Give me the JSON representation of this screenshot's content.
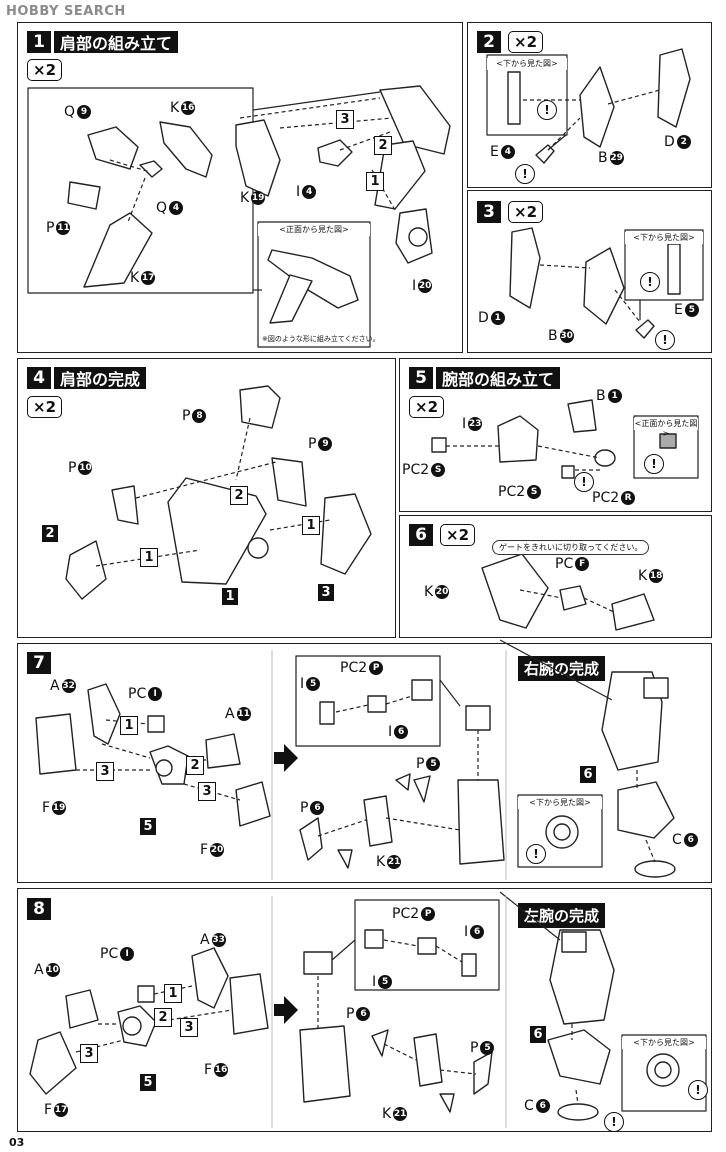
{
  "watermark": "HOBBY SEARCH",
  "page_number": "03",
  "steps": [
    {
      "num": "1",
      "title": "肩部の組み立て",
      "mult": "×2"
    },
    {
      "num": "2",
      "mult": "×2"
    },
    {
      "num": "3",
      "mult": "×2"
    },
    {
      "num": "4",
      "title": "肩部の完成",
      "mult": "×2"
    },
    {
      "num": "5",
      "title": "腕部の組み立て",
      "mult": "×2"
    },
    {
      "num": "6",
      "mult": "×2"
    },
    {
      "num": "7"
    },
    {
      "num": "8"
    }
  ],
  "headings": {
    "right_arm": "右腕の完成",
    "left_arm": "左腕の完成"
  },
  "views": {
    "bottom": "<下から見た図>",
    "front": "<正面から見た図>"
  },
  "notes": {
    "assemble_like_this": "※図のような形に組み立てください。",
    "gate_clean": "ゲートをきれいに切り取ってください。"
  },
  "parts": {
    "Q": "Q",
    "K": "K",
    "P": "P",
    "I": "I",
    "B": "B",
    "D": "D",
    "E": "E",
    "A": "A",
    "F": "F",
    "C": "C",
    "PC": "PC",
    "PC2": "PC2"
  },
  "ids": {
    "n1": "1",
    "n2": "2",
    "n3": "3",
    "n4": "4",
    "n5": "5",
    "n6": "6",
    "n8": "8",
    "n9": "9",
    "n10": "10",
    "n11": "11",
    "n16": "16",
    "n17": "17",
    "n18": "18",
    "n19": "19",
    "n20": "20",
    "n21": "21",
    "n23": "23",
    "n29": "29",
    "n30": "30",
    "n32": "32",
    "n33": "33",
    "P": "P",
    "S": "S",
    "R": "R",
    "F": "F",
    "I": "I"
  },
  "order": {
    "o1": "1",
    "o2": "2",
    "o3": "3"
  },
  "warn": "!"
}
